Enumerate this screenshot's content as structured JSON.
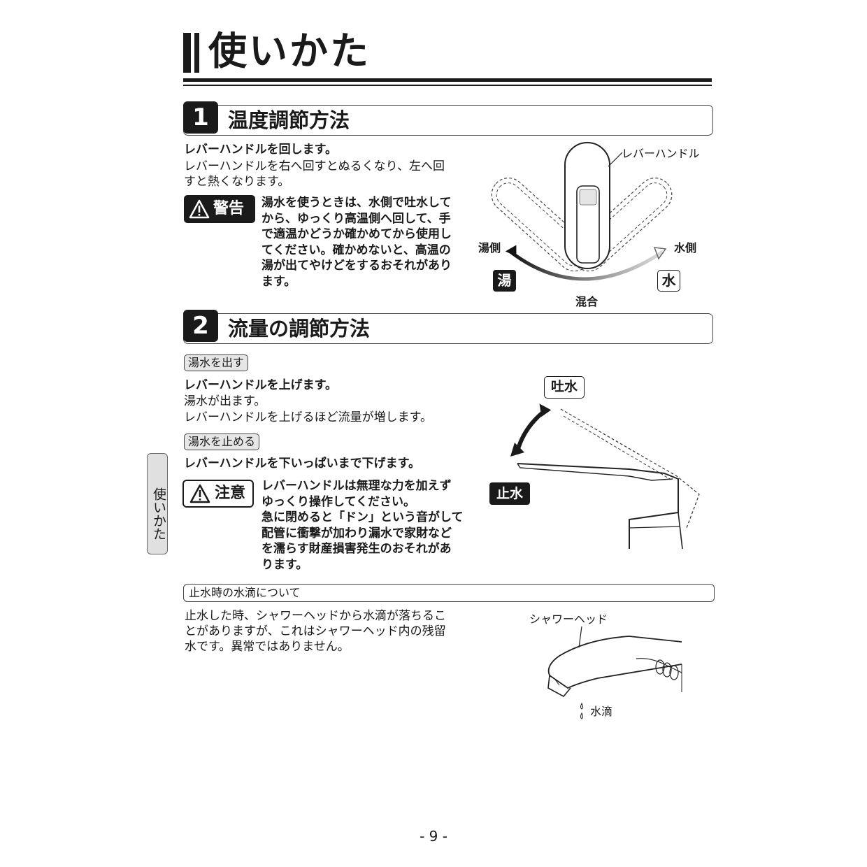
{
  "page": {
    "title": "使いかた",
    "side_tab": "使いかた",
    "page_number": "- 9 -"
  },
  "section1": {
    "number": "1",
    "title": "温度調節方法",
    "lead": "レバーハンドルを回します。",
    "body1": "レバーハンドルを右へ回すとぬるくなり、左へ回",
    "body2": "すと熱くなります。",
    "warning_label": "警告",
    "warning_lines": [
      "湯水を使うときは、水側で吐水して",
      "から、ゆっくり高温側へ回して、手",
      "で適温かどうか確かめてから使用し",
      "てください。確かめないと、高温の",
      "湯が出てやけどをするおそれがあり",
      "ます。"
    ],
    "diagram": {
      "handle_label": "レバーハンドル",
      "hot_side": "湯側",
      "cold_side": "水側",
      "hot_mark": "湯",
      "cold_mark": "水",
      "mix_label": "混合"
    }
  },
  "section2": {
    "number": "2",
    "title": "流量の調節方法",
    "tag_open": "湯水を出す",
    "open_lead": "レバーハンドルを上げます。",
    "open_body1": "湯水が出ます。",
    "open_body2": "レバーハンドルを上げるほど流量が増します。",
    "tag_close": "湯水を止める",
    "close_lead": "レバーハンドルを下いっぱいまで下げます。",
    "caution_label": "注意",
    "caution_lines": [
      "レバーハンドルは無理な力を加えず",
      "ゆっくり操作してください。",
      "急に閉めると「ドン」という音がして",
      "配管に衝撃が加わり漏水で家財など",
      "を濡らす財産損害発生のおそれがあ",
      "ります。"
    ],
    "diagram": {
      "discharge_label": "吐水",
      "stop_label": "止水"
    }
  },
  "note": {
    "heading": "止水時の水滴について",
    "lines": [
      "止水した時、シャワーヘッドから水滴が落ちるこ",
      "とがありますが、これはシャワーヘッド内の残留",
      "水です。異常ではありません。"
    ],
    "diagram": {
      "showerhead_label": "シャワーヘッド",
      "drip_label": "水滴"
    }
  }
}
